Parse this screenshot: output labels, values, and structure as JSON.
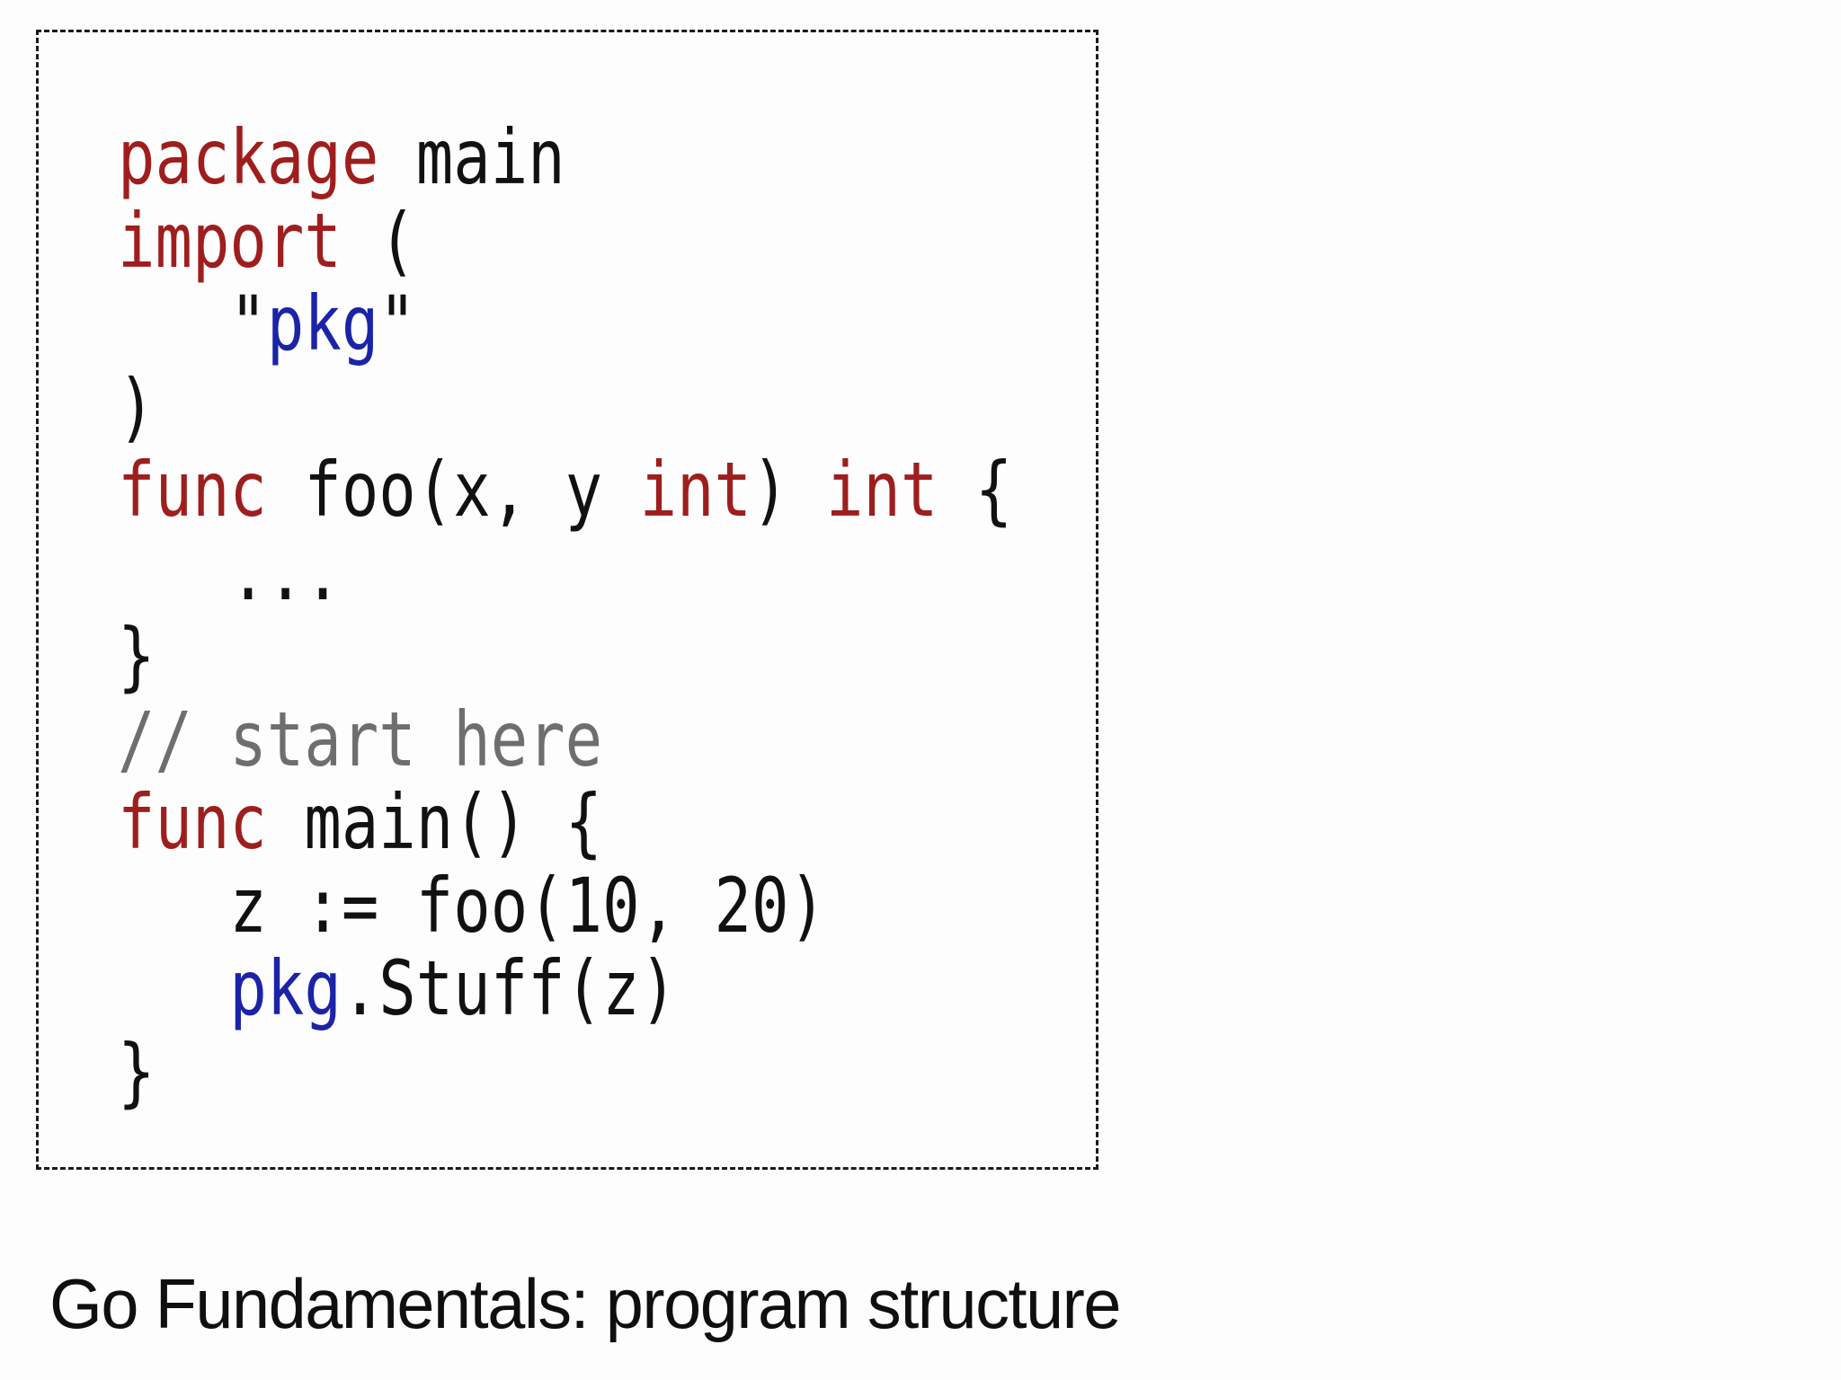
{
  "slide": {
    "title": "Go Fundamentals: program structure"
  },
  "code_block": {
    "language_hint": "Go",
    "lines": [
      {
        "tokens": [
          {
            "text": "package",
            "type": "keyword"
          },
          {
            "text": " main",
            "type": "plain"
          }
        ]
      },
      {
        "tokens": [
          {
            "text": "import",
            "type": "keyword"
          },
          {
            "text": " (",
            "type": "plain"
          }
        ]
      },
      {
        "tokens": [
          {
            "text": "   \"",
            "type": "plain"
          },
          {
            "text": "pkg",
            "type": "pkgname"
          },
          {
            "text": "\"",
            "type": "plain"
          }
        ]
      },
      {
        "tokens": [
          {
            "text": ")",
            "type": "plain"
          }
        ]
      },
      {
        "tokens": [
          {
            "text": "func",
            "type": "keyword"
          },
          {
            "text": " foo(x, y ",
            "type": "plain"
          },
          {
            "text": "int",
            "type": "keyword"
          },
          {
            "text": ") ",
            "type": "plain"
          },
          {
            "text": "int",
            "type": "keyword"
          },
          {
            "text": " {",
            "type": "plain"
          }
        ]
      },
      {
        "tokens": [
          {
            "text": "   ...",
            "type": "plain"
          }
        ]
      },
      {
        "tokens": [
          {
            "text": "}",
            "type": "plain"
          }
        ]
      },
      {
        "tokens": [
          {
            "text": "// start here",
            "type": "comment"
          }
        ]
      },
      {
        "tokens": [
          {
            "text": "func",
            "type": "keyword"
          },
          {
            "text": " main() {",
            "type": "plain"
          }
        ]
      },
      {
        "tokens": [
          {
            "text": "   z := foo(10, 20)",
            "type": "plain"
          }
        ]
      },
      {
        "tokens": [
          {
            "text": "   ",
            "type": "plain"
          },
          {
            "text": "pkg",
            "type": "pkgname"
          },
          {
            "text": ".Stuff(z)",
            "type": "plain"
          }
        ]
      },
      {
        "tokens": [
          {
            "text": "}",
            "type": "plain"
          }
        ]
      }
    ]
  },
  "colors": {
    "keyword": "#9e1e1e",
    "identifier_blue": "#1b23a6",
    "comment": "#6e6e6e",
    "code_text": "#111111",
    "title_text": "#0f0f0f",
    "border": "#1a1a1a",
    "background": "#fdfdfd"
  }
}
